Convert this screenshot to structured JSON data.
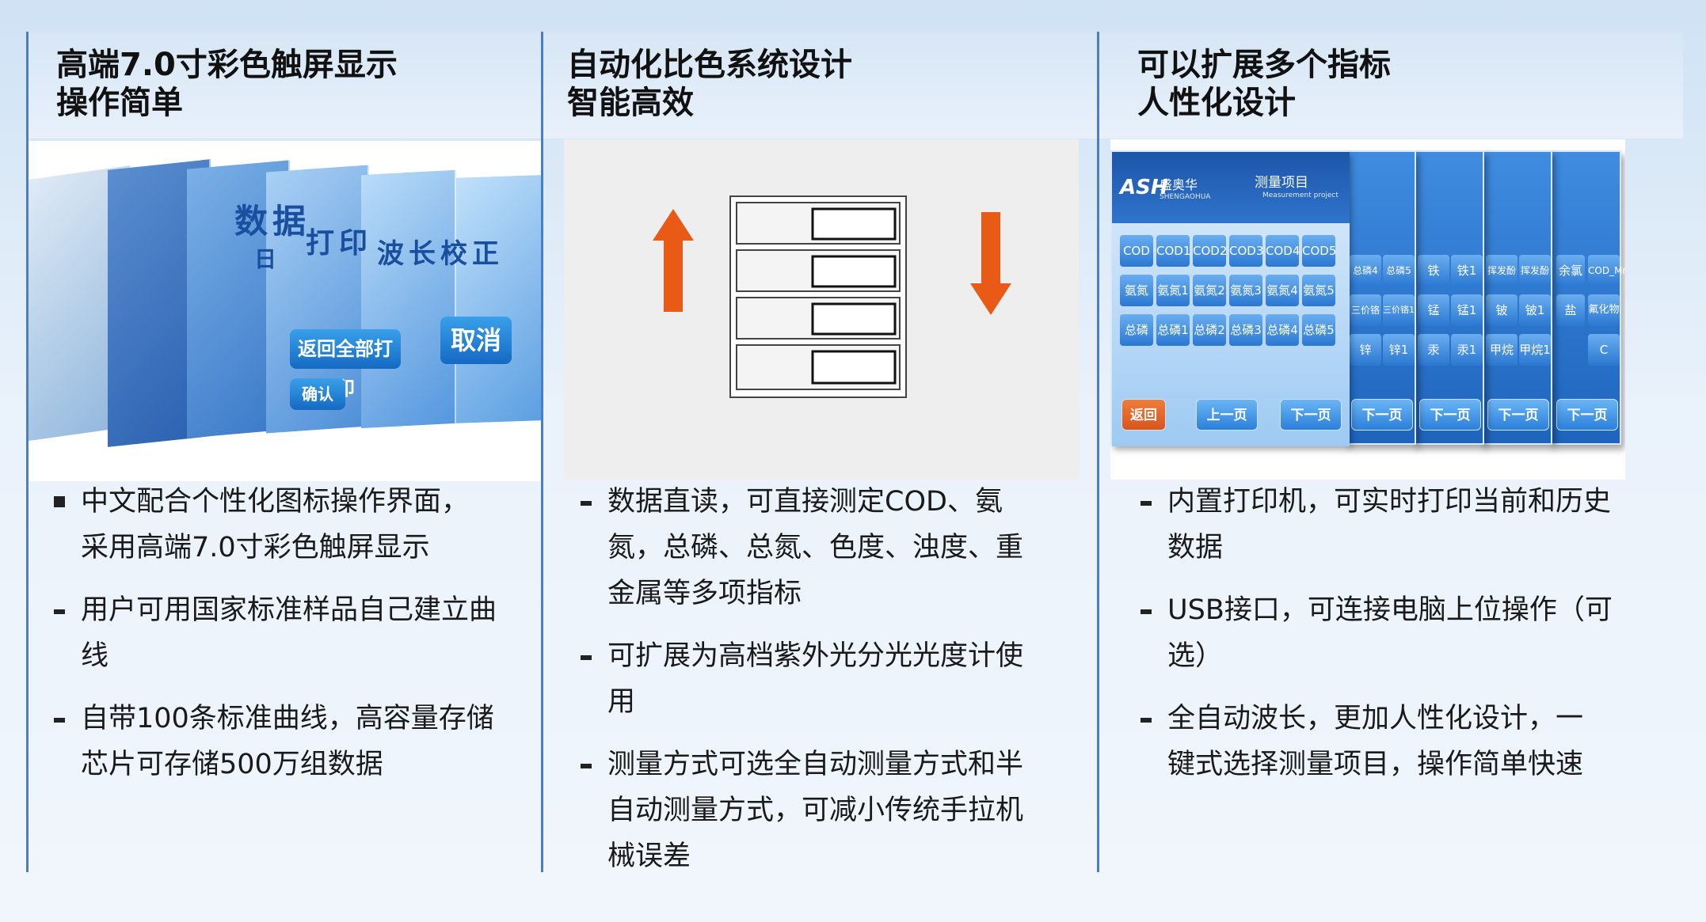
{
  "columns": [
    {
      "title_line1": "高端7.0寸彩色触屏显示",
      "title_line2": "操作简单",
      "image": {
        "texts": [
          "数据",
          "打印",
          "波长校正",
          "日",
          "返回",
          "全部打印",
          "确认",
          "取消"
        ]
      },
      "bullets": [
        {
          "line1": "中文配合个性化图标操作界面，",
          "line2": "采用高端7.0寸彩色触屏显示"
        },
        {
          "line1": "用户可用国家标准样品自己建立曲",
          "line2": "线"
        },
        {
          "line1": "自带100条标准曲线，高容量存储",
          "line2": "芯片可存储500万组数据"
        }
      ]
    },
    {
      "title_line1": "自动化比色系统设计",
      "title_line2": "智能高效",
      "image": {
        "arrow_up_color": "#ea5a17",
        "arrow_down_color": "#ea5a17"
      },
      "bullets": [
        {
          "line1": "数据直读，可直接测定COD、氨",
          "line2": "氮，总磷、总氮、色度、浊度、重",
          "line3": "金属等多项指标"
        },
        {
          "line1": "可扩展为高档紫外光分光光度计使",
          "line2": "用"
        },
        {
          "line1": "测量方式可选全自动测量方式和半",
          "line2": "自动测量方式，可减小传统手拉机",
          "line3": "械误差"
        }
      ]
    },
    {
      "title_line1": "可以扩展多个指标",
      "title_line2": "人性化设计",
      "image": {
        "logo": "ASH",
        "brand": "盛奥华",
        "brand_en": "SHENGAOHUA",
        "header_title": "测量项目",
        "header_sub": "Measurement project",
        "row1": [
          "COD",
          "COD1",
          "COD2",
          "COD3",
          "COD4",
          "COD5"
        ],
        "row2": [
          "氨氮",
          "氨氮1",
          "氨氮2",
          "氨氮3",
          "氨氮4",
          "氨氮5"
        ],
        "row3": [
          "总磷",
          "总磷1",
          "总磷2",
          "总磷3",
          "总磷4",
          "总磷5"
        ],
        "back": "返回",
        "prev": "上一页",
        "next": "下一页",
        "s2": [
          "总磷4",
          "总磷5",
          "三价铬",
          "三价铬1",
          "锌",
          "锌1"
        ],
        "s3": [
          "铁",
          "铁1",
          "锰",
          "锰1",
          "汞",
          "汞1"
        ],
        "s4": [
          "挥发酚",
          "挥发酚1",
          "铍",
          "铍1",
          "甲烷",
          "甲烷1"
        ],
        "s5": [
          "余氯",
          "COD_Mn",
          "盐",
          "氟化物",
          "",
          "C"
        ]
      },
      "bullets": [
        {
          "line1": "内置打印机，可实时打印当前和历史",
          "line2": "数据"
        },
        {
          "line1": "USB接口，可连接电脑上位操作（可",
          "line2": "选）"
        },
        {
          "line1": "全自动波长，更加人性化设计，一",
          "line2": "键式选择测量项目，操作简单快速"
        }
      ]
    }
  ]
}
